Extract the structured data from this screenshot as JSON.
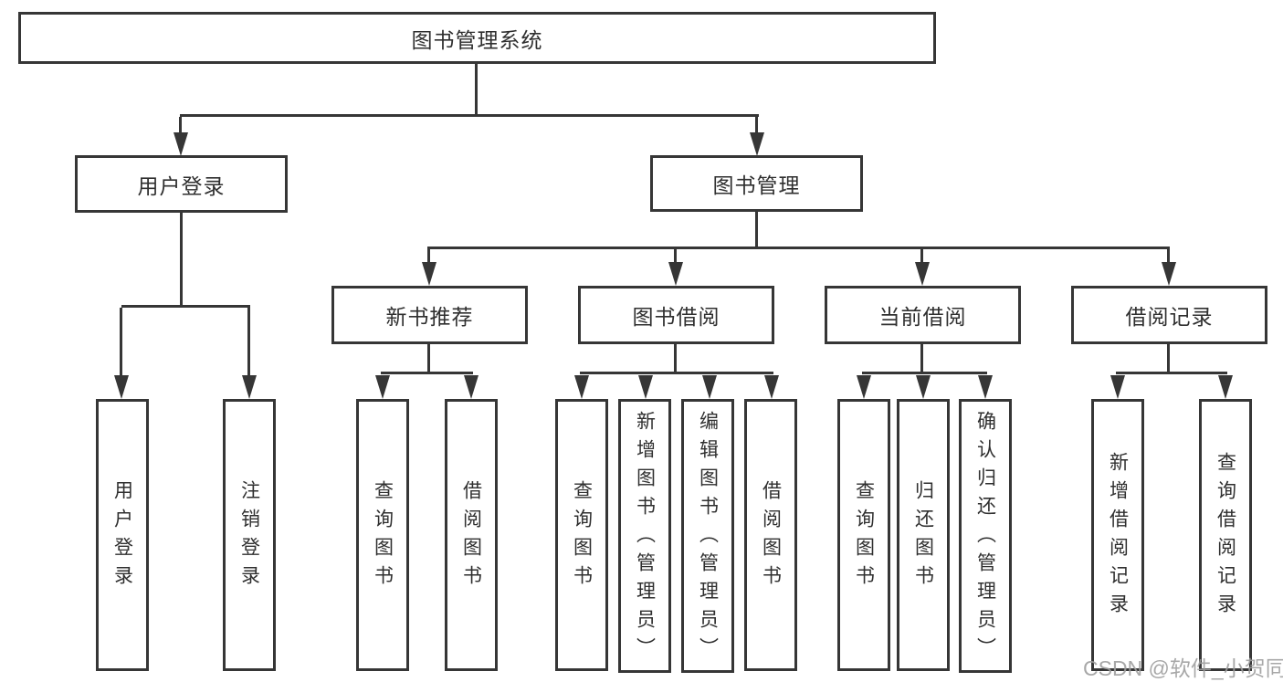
{
  "tree": {
    "label": "图书管理系统",
    "children": [
      {
        "label": "用户登录",
        "children": [
          {
            "label": "用户登录"
          },
          {
            "label": "注销登录"
          }
        ]
      },
      {
        "label": "图书管理",
        "children": [
          {
            "label": "新书推荐",
            "children": [
              {
                "label": "查询图书"
              },
              {
                "label": "借阅图书"
              }
            ]
          },
          {
            "label": "图书借阅",
            "children": [
              {
                "label": "查询图书"
              },
              {
                "label": "新增图书（管理员）"
              },
              {
                "label": "编辑图书（管理员）"
              },
              {
                "label": "借阅图书"
              }
            ]
          },
          {
            "label": "当前借阅",
            "children": [
              {
                "label": "查询图书"
              },
              {
                "label": "归还图书"
              },
              {
                "label": "确认归还（管理员）"
              }
            ]
          },
          {
            "label": "借阅记录",
            "children": [
              {
                "label": "新增借阅记录"
              },
              {
                "label": "查询借阅记录"
              }
            ]
          }
        ]
      }
    ]
  },
  "watermark": {
    "text": "CSDN @软件_小贺同学"
  },
  "colors": {
    "line": "#363636",
    "text": "#2f2f2f",
    "watermark": "#9e9e9e",
    "background": "#ffffff"
  }
}
